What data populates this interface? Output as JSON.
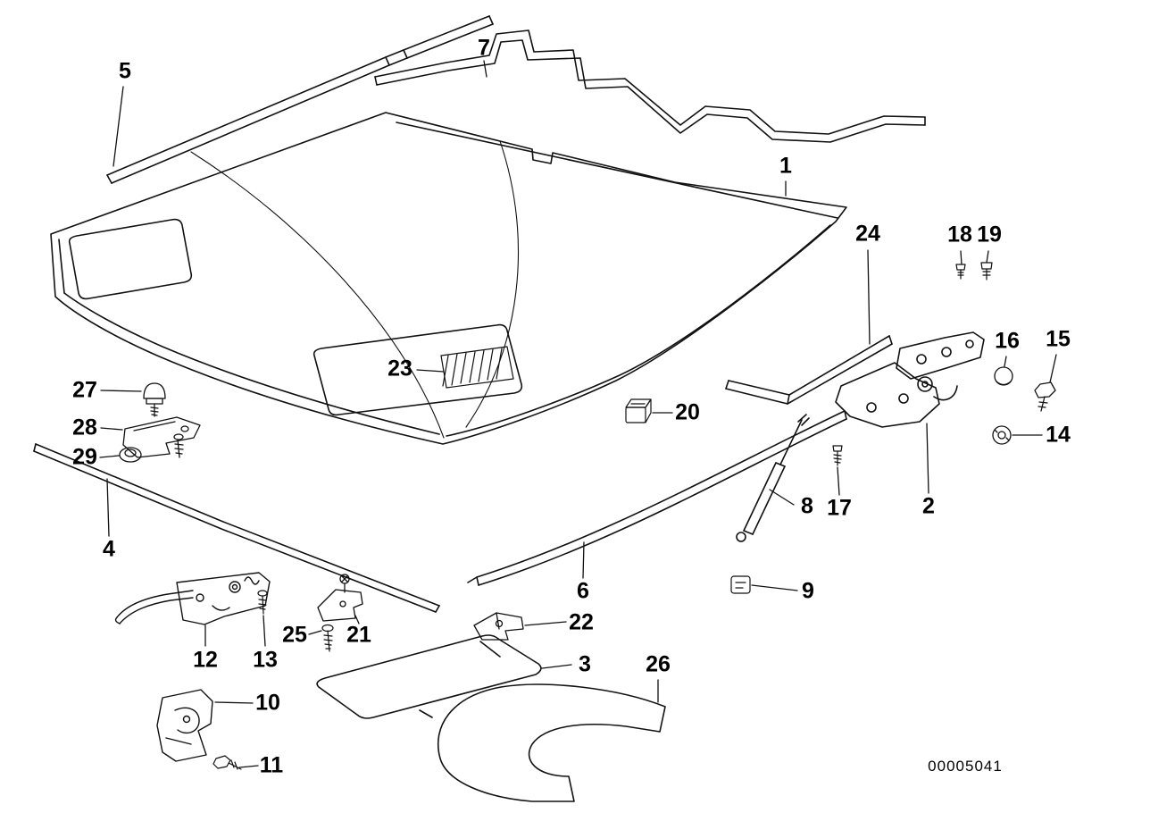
{
  "diagram": {
    "drawing_number": "00005041",
    "callouts": [
      {
        "label": "5"
      },
      {
        "label": "7"
      },
      {
        "label": "1"
      },
      {
        "label": "24"
      },
      {
        "label": "18"
      },
      {
        "label": "19"
      },
      {
        "label": "16"
      },
      {
        "label": "15"
      },
      {
        "label": "27"
      },
      {
        "label": "28"
      },
      {
        "label": "29"
      },
      {
        "label": "23"
      },
      {
        "label": "20"
      },
      {
        "label": "14"
      },
      {
        "label": "8"
      },
      {
        "label": "17"
      },
      {
        "label": "2"
      },
      {
        "label": "4"
      },
      {
        "label": "6"
      },
      {
        "label": "9"
      },
      {
        "label": "22"
      },
      {
        "label": "25"
      },
      {
        "label": "21"
      },
      {
        "label": "12"
      },
      {
        "label": "13"
      },
      {
        "label": "3"
      },
      {
        "label": "26"
      },
      {
        "label": "10"
      },
      {
        "label": "11"
      }
    ]
  }
}
